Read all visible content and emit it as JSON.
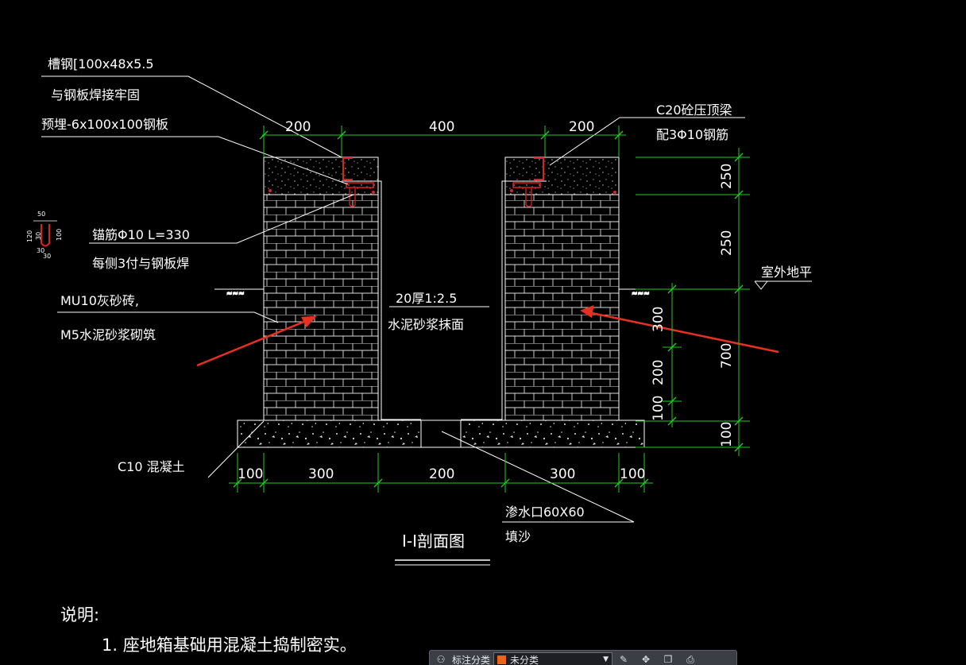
{
  "labels": {
    "channel_steel": "槽钢[100x48x5.5",
    "channel_weld": "与钢板焊接牢固",
    "embedded_plate": "预埋-6x100x100钢板",
    "top_beam": "C20砼压顶梁",
    "top_beam_rebar": "配3Φ10钢筋",
    "anchor_bar": "锚筋Φ10  L=330",
    "anchor_bar_weld": "每侧3付与钢板焊",
    "brick": "MU10灰砂砖,",
    "mortar": "M5水泥砂浆砌筑",
    "plaster": "20厚1:2.5",
    "plaster2": "水泥砂浆抹面",
    "outdoor_ground": "室外地平",
    "concrete": "C10   混凝土",
    "drain": "渗水口60X60",
    "fill_sand": "填沙",
    "section_title": "I-I剖面图"
  },
  "dims_top": [
    "200",
    "400",
    "200"
  ],
  "dims_bottom": [
    "100",
    "300",
    "200",
    "300",
    "100"
  ],
  "dims_right_outer": [
    "250",
    "250",
    "700",
    "100"
  ],
  "dims_right_inner": [
    "300",
    "200",
    "100"
  ],
  "detail": {
    "w": "50",
    "h1": "120",
    "h2": "30",
    "h3": "100",
    "b": "30",
    "c": "30"
  },
  "notes": {
    "heading": "说明:",
    "item1": "1. 座地箱基础用混凝土捣制密实。"
  },
  "toolbar": {
    "label": "标注分类",
    "select_value": "未分类"
  },
  "colors": {
    "lines": "#ffffff",
    "dimension": "#22cc22",
    "rebar": "#e02020",
    "arrow": "#e83020"
  }
}
